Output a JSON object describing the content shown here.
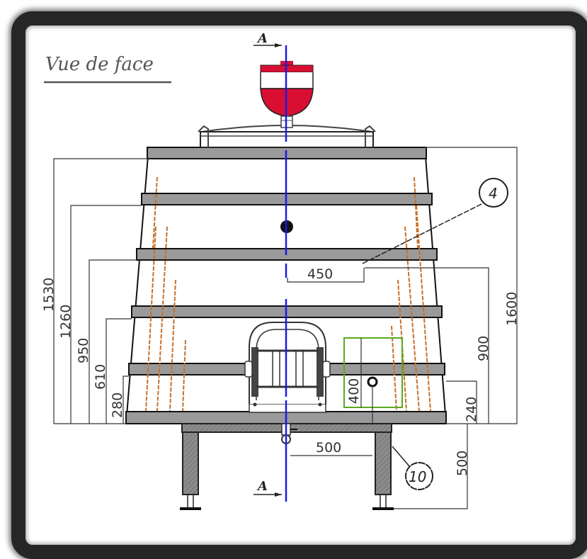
{
  "drawing": {
    "title": "Vue de face",
    "section_marker_top": "A",
    "section_marker_bottom": "A",
    "callouts": [
      {
        "id": "4",
        "label": "4"
      },
      {
        "id": "10",
        "label": "10"
      }
    ],
    "dimensions": {
      "left": [
        {
          "label": "1530"
        },
        {
          "label": "1260"
        },
        {
          "label": "950"
        },
        {
          "label": "610"
        },
        {
          "label": "280"
        }
      ],
      "right": [
        {
          "label": "1600"
        },
        {
          "label": "900"
        },
        {
          "label": "240"
        },
        {
          "label": "500"
        }
      ],
      "horizontal_450": "450",
      "horizontal_500": "500",
      "hatch_box_400": "400"
    },
    "colors": {
      "frame": "#262626",
      "axis_line": "#1a1ae6",
      "valve_red": "#d80f32",
      "hoop_gray": "#9a9a9a",
      "stave_orange": "#c8702a",
      "box_green": "#5aaa1e"
    }
  }
}
